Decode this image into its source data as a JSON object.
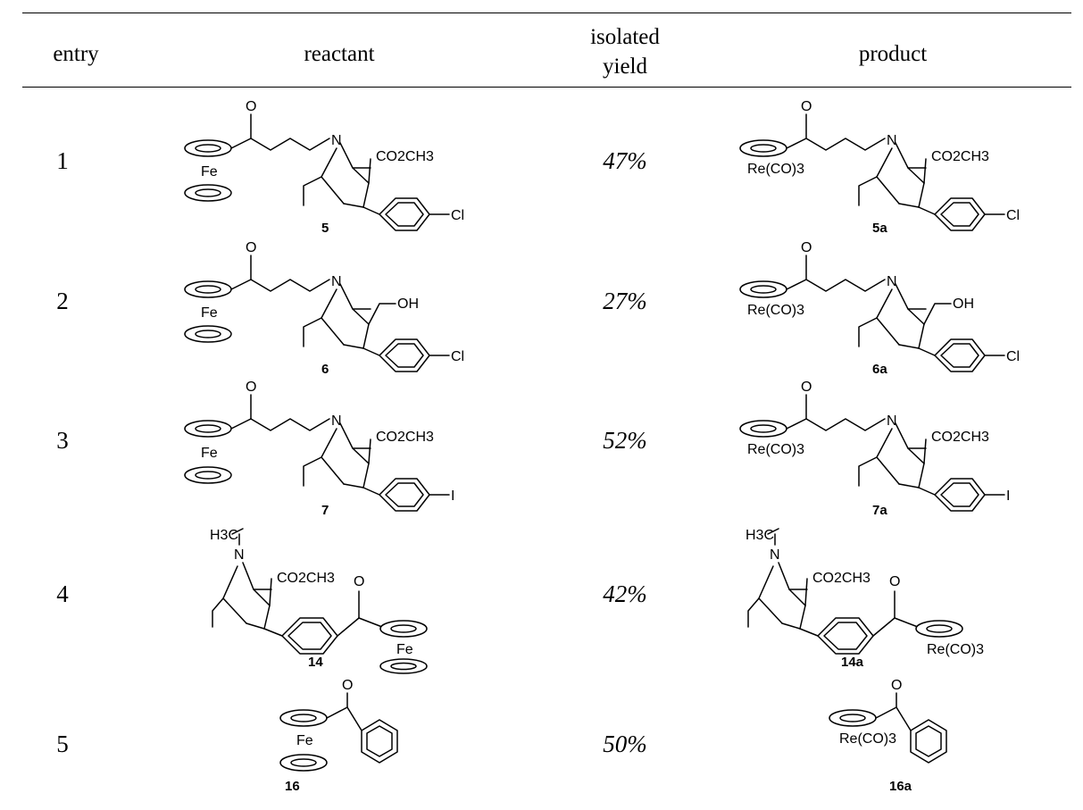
{
  "table": {
    "headers": {
      "entry": "entry",
      "reactant": "reactant",
      "yield_line1": "isolated",
      "yield_line2": "yield",
      "product": "product"
    },
    "rows": [
      {
        "entry": "1",
        "reactant_label": "5",
        "yield": "47%",
        "product_label": "5a",
        "substituent": "CO2CH3",
        "halogen": "Cl"
      },
      {
        "entry": "2",
        "reactant_label": "6",
        "yield": "27%",
        "product_label": "6a",
        "substituent": "OH",
        "halogen": "Cl"
      },
      {
        "entry": "3",
        "reactant_label": "7",
        "yield": "52%",
        "product_label": "7a",
        "substituent": "CO2CH3",
        "halogen": "I"
      },
      {
        "entry": "4",
        "reactant_label": "14",
        "yield": "42%",
        "product_label": "14a",
        "substituent": "CO2CH3",
        "n_methyl": "H3C"
      },
      {
        "entry": "5",
        "reactant_label": "16",
        "yield": "50%",
        "product_label": "16a"
      }
    ],
    "metals": {
      "iron": "Fe",
      "rhenium": "Re(CO)3",
      "nitrogen": "N",
      "oxygen": "O"
    }
  }
}
